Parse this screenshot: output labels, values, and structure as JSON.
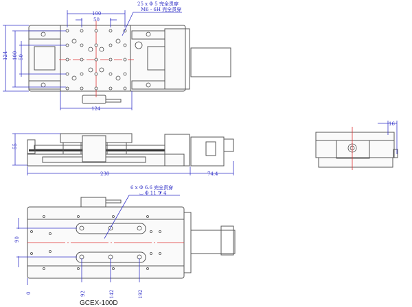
{
  "model": "GCEX-100D",
  "top_view": {
    "note_holes": "25 x Φ 5 完全贯穿",
    "note_thread": "M6 - 6H 完全贯穿",
    "dim_width_outer": "100",
    "dim_width_inner": "50",
    "dim_height_124": "124",
    "dim_height_100": "100",
    "dim_height_50": "50",
    "dim_bottom_124": "124"
  },
  "side_view": {
    "dim_height": "55",
    "dim_length": "230",
    "dim_motor": "74.4"
  },
  "end_view": {
    "dim_offset": "16"
  },
  "bottom_view": {
    "note_holes": "6 x Φ 6.6 完全贯穿",
    "note_counterbore": "⌴ Φ 11 ⧩ 4",
    "dim_spacing": "90",
    "positions": [
      "0",
      "92",
      "142",
      "192"
    ]
  },
  "colors": {
    "dimension": "#3434c8",
    "centerline": "#e03030"
  }
}
